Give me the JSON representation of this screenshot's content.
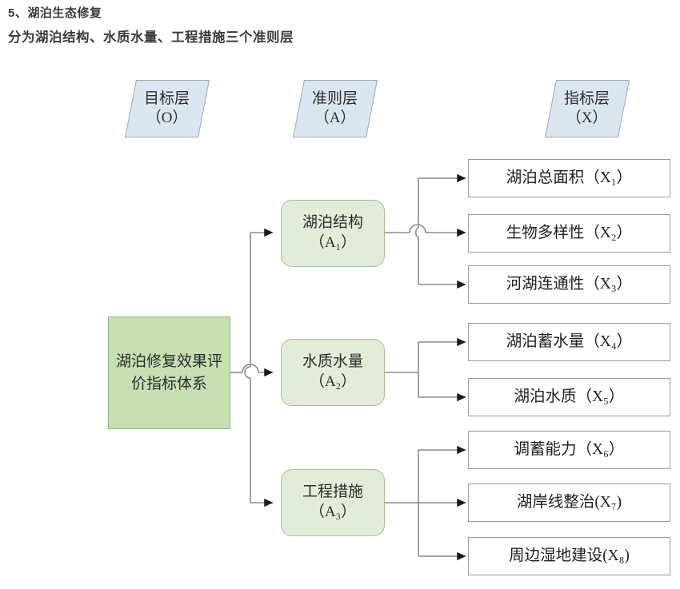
{
  "heading": {
    "line1": "5、湖泊生态修复",
    "line2": "分为湖泊结构、水质水量、工程措施三个准则层"
  },
  "colors": {
    "band_fill": "#dce6f1",
    "band_stroke": "#9aa9bd",
    "goal_fill": "#c7dfb3",
    "goal_stroke": "#9ab183",
    "criteria_fill": "#e3ecd9",
    "criteria_stroke": "#a8bd96",
    "indicator_fill": "#ffffff",
    "indicator_stroke": "#9b9b9b",
    "connector": "#808080",
    "text": "#231f20"
  },
  "layer_bands": [
    {
      "name": "目标层",
      "code": "（O）",
      "label": "目标层\n（O）"
    },
    {
      "name": "准则层",
      "code": "（A）",
      "label": "准则层\n（A）"
    },
    {
      "name": "指标层",
      "code": "（X）",
      "label": "指标层\n（X）"
    }
  ],
  "goal": {
    "label": "湖泊修复效果评价指标体系",
    "code": "O"
  },
  "criteria": [
    {
      "code": "A1",
      "name": "湖泊结构",
      "label": "湖泊结构\n（A₁）"
    },
    {
      "code": "A2",
      "name": "水质水量",
      "label": "水质水量\n（A₂）"
    },
    {
      "code": "A3",
      "name": "工程措施",
      "label": "工程措施\n（A₃）"
    }
  ],
  "indicators": [
    {
      "code": "X1",
      "parent": "A1",
      "name": "湖泊总面积",
      "label": "湖泊总面积（X₁）"
    },
    {
      "code": "X2",
      "parent": "A1",
      "name": "生物多样性",
      "label": "生物多样性（X₂）"
    },
    {
      "code": "X3",
      "parent": "A1",
      "name": "河湖连通性",
      "label": "河湖连通性（X₃）"
    },
    {
      "code": "X4",
      "parent": "A2",
      "name": "湖泊蓄水量",
      "label": "湖泊蓄水量（X₄）"
    },
    {
      "code": "X5",
      "parent": "A2",
      "name": "湖泊水质",
      "label": "湖泊水质（X₅）"
    },
    {
      "code": "X6",
      "parent": "A3",
      "name": "调蓄能力",
      "label": "调蓄能力（X₆）"
    },
    {
      "code": "X7",
      "parent": "A3",
      "name": "湖岸线整治",
      "label": "湖岸线整治(X₇)"
    },
    {
      "code": "X8",
      "parent": "A3",
      "name": "周边湿地建设",
      "label": "周边湿地建设(X₈)"
    }
  ],
  "diagram": {
    "type": "hierarchy-tree",
    "levels": 3,
    "edges": [
      {
        "from": "O",
        "to": "A1"
      },
      {
        "from": "O",
        "to": "A2"
      },
      {
        "from": "O",
        "to": "A3"
      },
      {
        "from": "A1",
        "to": "X1"
      },
      {
        "from": "A1",
        "to": "X2"
      },
      {
        "from": "A1",
        "to": "X3"
      },
      {
        "from": "A2",
        "to": "X4"
      },
      {
        "from": "A2",
        "to": "X5"
      },
      {
        "from": "A3",
        "to": "X6"
      },
      {
        "from": "A3",
        "to": "X7"
      },
      {
        "from": "A3",
        "to": "X8"
      }
    ]
  }
}
